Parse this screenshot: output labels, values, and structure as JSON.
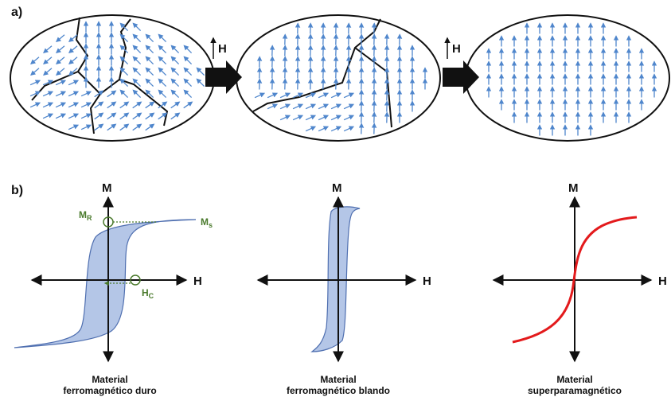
{
  "panels": {
    "a": "a)",
    "b": "b)"
  },
  "field_label": "H",
  "axes": {
    "y": "M",
    "x": "H"
  },
  "hard": {
    "remanence_main": "M",
    "remanence_sub": "R",
    "saturation_main": "M",
    "saturation_sub": "s",
    "coercive_main": "H",
    "coercive_sub": "C",
    "caption_line1": "Material",
    "caption_line2": "ferromagnético duro"
  },
  "soft": {
    "caption_line1": "Material",
    "caption_line2": "ferromagnético blando"
  },
  "superpara": {
    "caption_line1": "Material",
    "caption_line2": "superparamagnético"
  },
  "colors": {
    "arrow_blue": "#4f86cc",
    "loop_fill": "#b4c6e7",
    "loop_stroke": "#4f6fb0",
    "annotation_green": "#4a7a2c",
    "curve_red": "#e31a1c",
    "ink": "#111111"
  }
}
